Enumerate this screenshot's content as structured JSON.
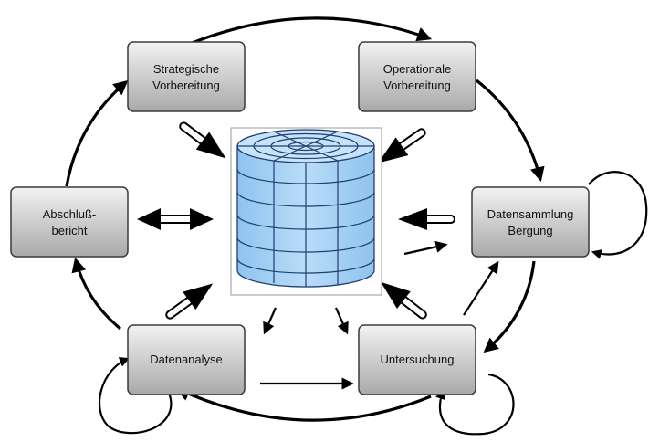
{
  "nodes": {
    "strategische": {
      "line1": "Strategische",
      "line2": "Vorbereitung"
    },
    "operationale": {
      "line1": "Operationale",
      "line2": "Vorbereitung"
    },
    "abschluss": {
      "line1": "Abschluß-",
      "line2": "bericht"
    },
    "datensammlung": {
      "line1": "Datensammlung",
      "line2": "Bergung"
    },
    "datenanalyse": {
      "line1": "Datenanalyse",
      "line2": ""
    },
    "untersuchung": {
      "line1": "Untersuchung",
      "line2": ""
    }
  },
  "colors": {
    "box_top": "#f2f2f2",
    "box_bottom": "#a9a9a9",
    "db_fill": "#a9d3f5",
    "db_line": "#1f3f6e"
  },
  "icons": {
    "database": "database-cylinder-icon"
  }
}
